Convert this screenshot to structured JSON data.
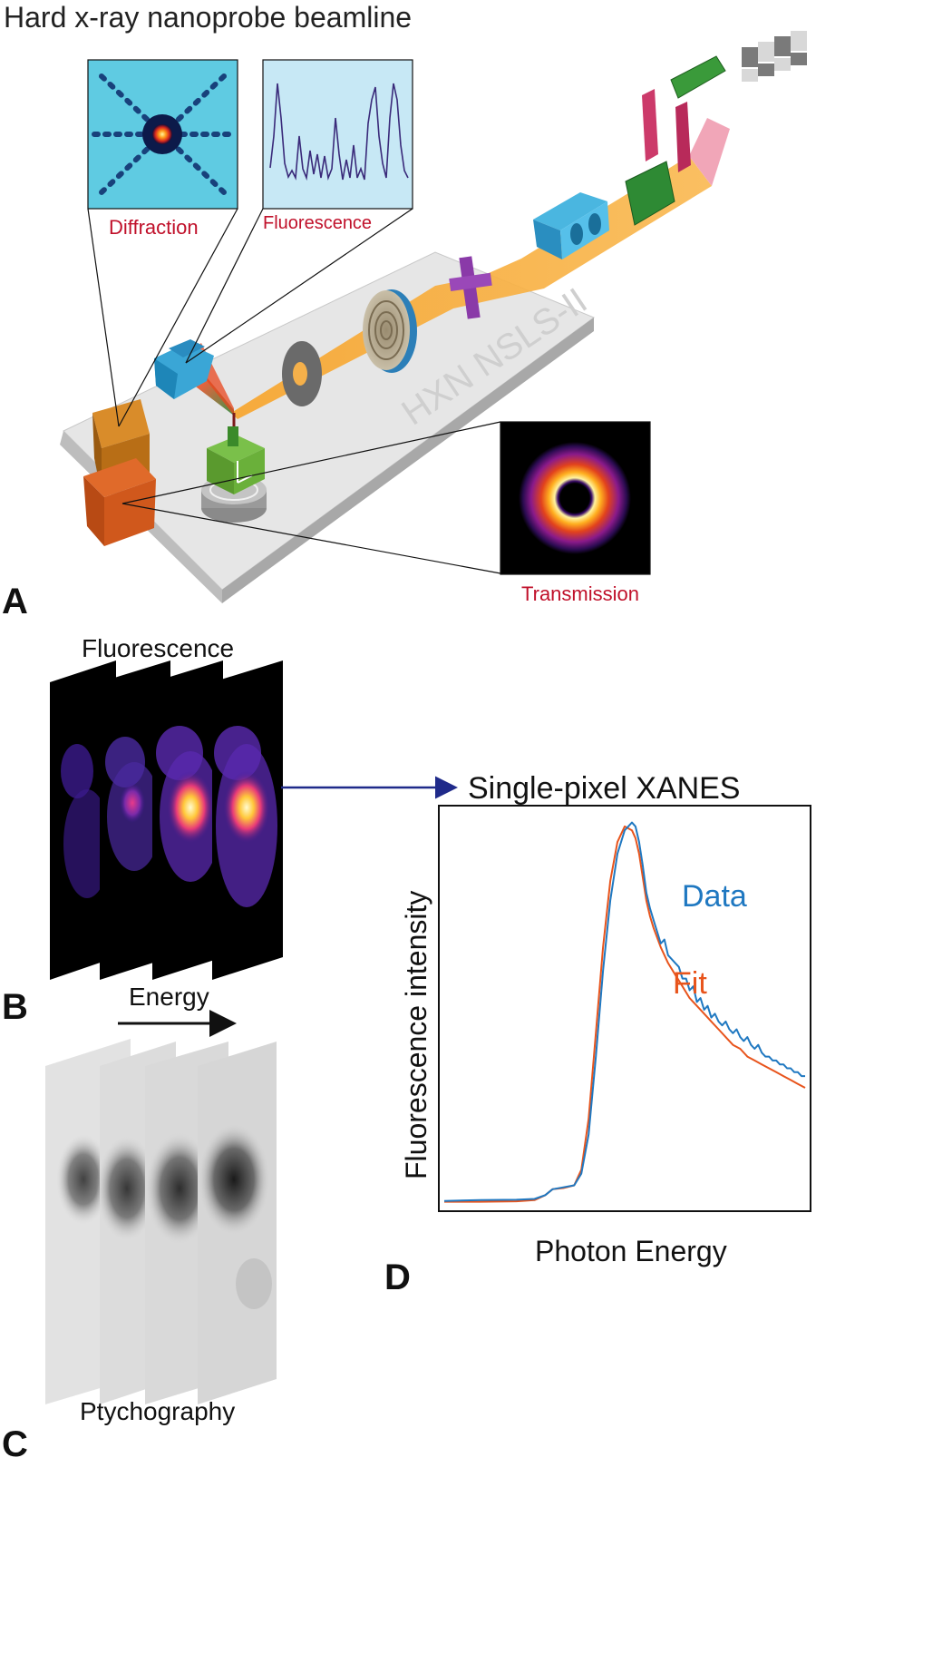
{
  "panel_a": {
    "title": "Hard x-ray nanoprobe beamline",
    "panel_label": "A",
    "bench_label": "HXN NSLS-II",
    "insets": {
      "diffraction": "Diffraction",
      "fluorescence": "Fluorescence",
      "transmission": "Transmission"
    }
  },
  "panel_b": {
    "panel_label": "B",
    "title": "Fluorescence",
    "axis_label": "Energy"
  },
  "panel_c": {
    "panel_label": "C",
    "title": "Ptychography"
  },
  "panel_d": {
    "panel_label": "D",
    "title": "Single-pixel XANES",
    "xlabel": "Photon Energy",
    "ylabel": "Fluorescence intensity",
    "legend_data": "Data",
    "legend_fit": "Fit"
  },
  "colors": {
    "label_red": "#c0102a",
    "data_blue": "#1f78c1",
    "fit_orange": "#e8541c",
    "beam_orange": "#f5a83a",
    "arrow_navy": "#1f2a8a"
  },
  "chart_data": {
    "type": "line",
    "title": "Single-pixel XANES",
    "xlabel": "Photon Energy",
    "ylabel": "Fluorescence intensity",
    "xlim": [
      0,
      100
    ],
    "ylim": [
      0,
      100
    ],
    "grid": false,
    "legend": "inline",
    "series": [
      {
        "name": "Data",
        "x": [
          0,
          10,
          20,
          25,
          28,
          30,
          33,
          36,
          38,
          40,
          42,
          44,
          46,
          48,
          50,
          52,
          53,
          54,
          55,
          56,
          57,
          58,
          60,
          61,
          62,
          63,
          64,
          65,
          66,
          67,
          68,
          69,
          70,
          71,
          72,
          73,
          74,
          75,
          76,
          77,
          78,
          79,
          80,
          81,
          82,
          83,
          84,
          85,
          86,
          87,
          88,
          89,
          90,
          91,
          92,
          93,
          94,
          95,
          96,
          97,
          98,
          99,
          100
        ],
        "y": [
          1,
          1.2,
          1.3,
          1.5,
          2.5,
          4,
          4.5,
          5,
          8,
          18,
          38,
          60,
          78,
          90,
          96,
          98,
          97,
          93,
          87,
          80,
          76,
          73,
          67,
          68,
          64,
          63,
          62,
          61,
          58,
          58,
          55,
          56,
          52,
          53,
          50,
          51,
          48,
          49,
          47,
          46,
          47,
          45,
          44,
          45,
          43,
          42,
          43,
          41,
          40,
          41,
          39,
          38,
          38,
          37,
          37,
          36,
          36,
          35,
          35,
          34,
          34,
          33,
          33
        ]
      },
      {
        "name": "Fit",
        "x": [
          0,
          10,
          20,
          25,
          28,
          30,
          33,
          36,
          38,
          40,
          42,
          44,
          46,
          48,
          50,
          52,
          53,
          54,
          55,
          56,
          57,
          58,
          60,
          62,
          64,
          66,
          68,
          70,
          72,
          74,
          76,
          78,
          80,
          82,
          84,
          86,
          88,
          90,
          92,
          94,
          96,
          98,
          100
        ],
        "y": [
          0.8,
          0.8,
          0.9,
          1.2,
          2.5,
          4,
          4.3,
          5,
          9,
          22,
          44,
          66,
          83,
          93,
          97,
          96,
          94,
          90,
          84,
          78,
          74,
          71,
          66,
          62,
          59,
          56,
          53,
          51,
          49,
          47,
          45,
          43,
          41,
          40,
          38,
          37,
          36,
          35,
          34,
          33,
          32,
          31,
          30
        ]
      }
    ]
  }
}
